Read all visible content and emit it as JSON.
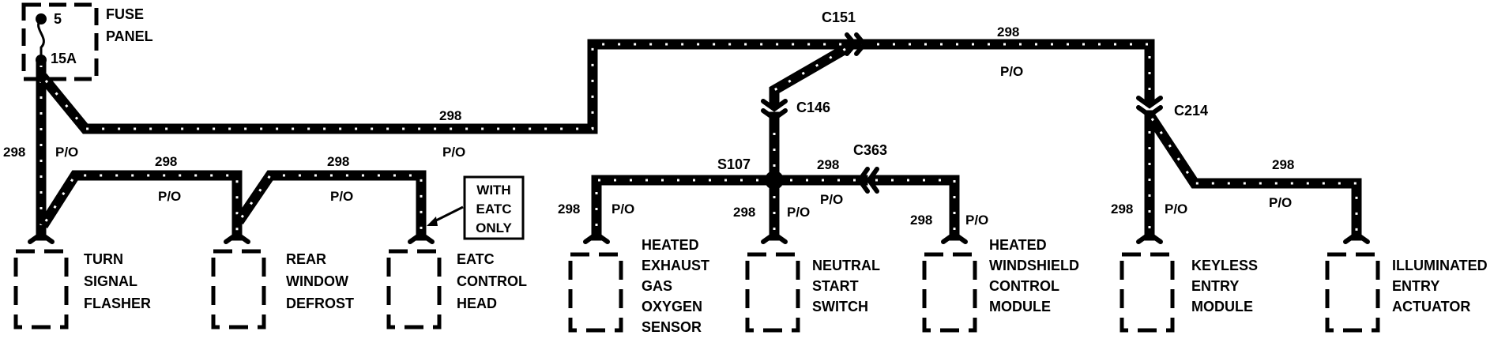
{
  "fuse": {
    "line1": "5",
    "line2": "15A",
    "title_line1": "FUSE",
    "title_line2": "PANEL"
  },
  "connectors": {
    "c151": "C151",
    "c146": "C146",
    "c214": "C214",
    "c363": "C363",
    "s107": "S107"
  },
  "wire_labels": {
    "circuit": "298",
    "color": "P/O"
  },
  "note": {
    "line1": "WITH",
    "line2": "EATC",
    "line3": "ONLY"
  },
  "components": {
    "turn_signal": [
      "TURN",
      "SIGNAL",
      "FLASHER"
    ],
    "rear_defrost": [
      "REAR",
      "WINDOW",
      "DEFROST"
    ],
    "eatc": [
      "EATC",
      "CONTROL",
      "HEAD"
    ],
    "hego": [
      "HEATED",
      "EXHAUST",
      "GAS",
      "OXYGEN",
      "SENSOR"
    ],
    "neutral": [
      "NEUTRAL",
      "START",
      "SWITCH"
    ],
    "windshield": [
      "HEATED",
      "WINDSHIELD",
      "CONTROL",
      "MODULE"
    ],
    "keyless": [
      "KEYLESS",
      "ENTRY",
      "MODULE"
    ],
    "illuminated": [
      "ILLUMINATED",
      "ENTRY",
      "ACTUATOR"
    ]
  },
  "colors": {
    "ink": "#000000",
    "paper": "#ffffff"
  }
}
